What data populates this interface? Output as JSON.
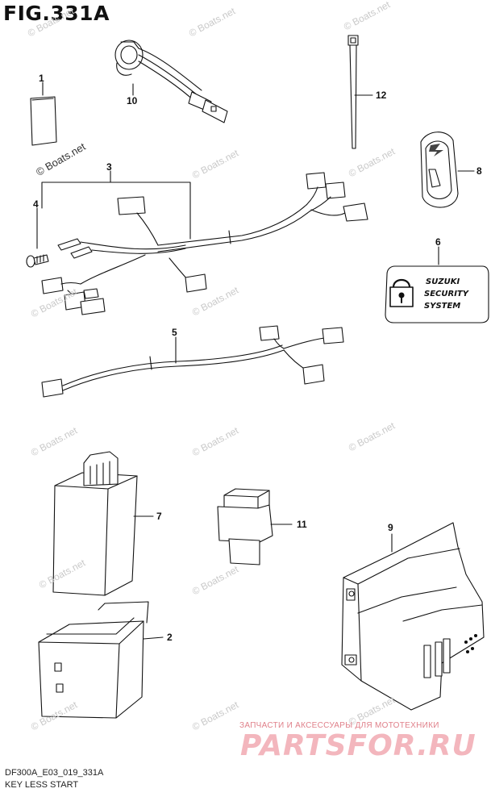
{
  "figure_title": "FIG.331A",
  "callouts": [
    "1",
    "2",
    "3",
    "4",
    "5",
    "6",
    "7",
    "8",
    "9",
    "10",
    "11",
    "12"
  ],
  "security_label": {
    "line1": "SUZUKI",
    "line2": "SECURITY",
    "line3": "SYSTEM"
  },
  "watermark": "© Boats.net",
  "footer": {
    "code": "DF300A_E03_019_331A",
    "name": "KEY LESS START"
  },
  "promo": {
    "tagline": "ЗАПЧАСТИ И АКСЕССУАРЫ ДЛЯ МОТОТЕХНИКИ",
    "brand": "PARTSFOR.RU"
  },
  "colors": {
    "line": "#111111",
    "watermark": "#c9c9c9",
    "promo": "#f3b6bd"
  },
  "icons": [
    "padlock-icon",
    "suzuki-s-logo-icon"
  ]
}
